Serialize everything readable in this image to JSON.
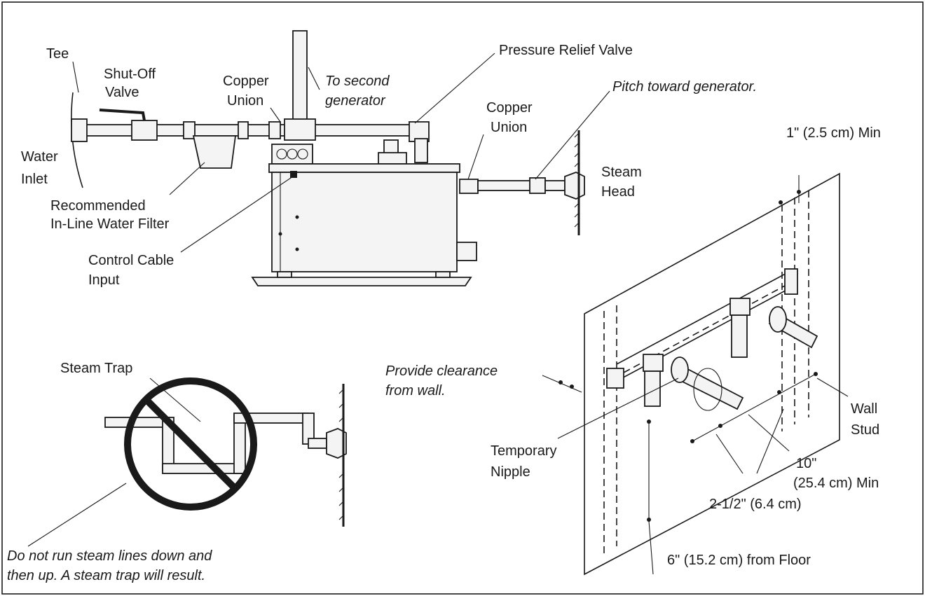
{
  "labels": {
    "tee": "Tee",
    "shutoff_1": "Shut-Off",
    "shutoff_2": "Valve",
    "water_inlet_1": "Water",
    "water_inlet_2": "Inlet",
    "copper_union_1a": "Copper",
    "copper_union_1b": "Union",
    "second_gen_1": "To second",
    "second_gen_2": "generator",
    "pressure_relief": "Pressure Relief Valve",
    "pitch": "Pitch toward generator.",
    "copper_union_2a": "Copper",
    "copper_union_2b": "Union",
    "steam_head_1": "Steam",
    "steam_head_2": "Head",
    "filter_1": "Recommended",
    "filter_2": "In-Line Water Filter",
    "control_1": "Control Cable",
    "control_2": "Input",
    "min_1in": "1\" (2.5 cm) Min",
    "steam_trap": "Steam Trap",
    "clearance_1": "Provide clearance",
    "clearance_2": "from wall.",
    "wall_stud_1": "Wall",
    "wall_stud_2": "Stud",
    "temp_nipple_1": "Temporary",
    "temp_nipple_2": "Nipple",
    "min_10in_1": "10\"",
    "min_10in_2": "(25.4 cm) Min",
    "spacing": "2-1/2\" (6.4 cm)",
    "from_floor": "6\" (15.2 cm) from Floor",
    "warning_1": "Do not run steam lines down and",
    "warning_2": "then up. A steam trap will result."
  }
}
